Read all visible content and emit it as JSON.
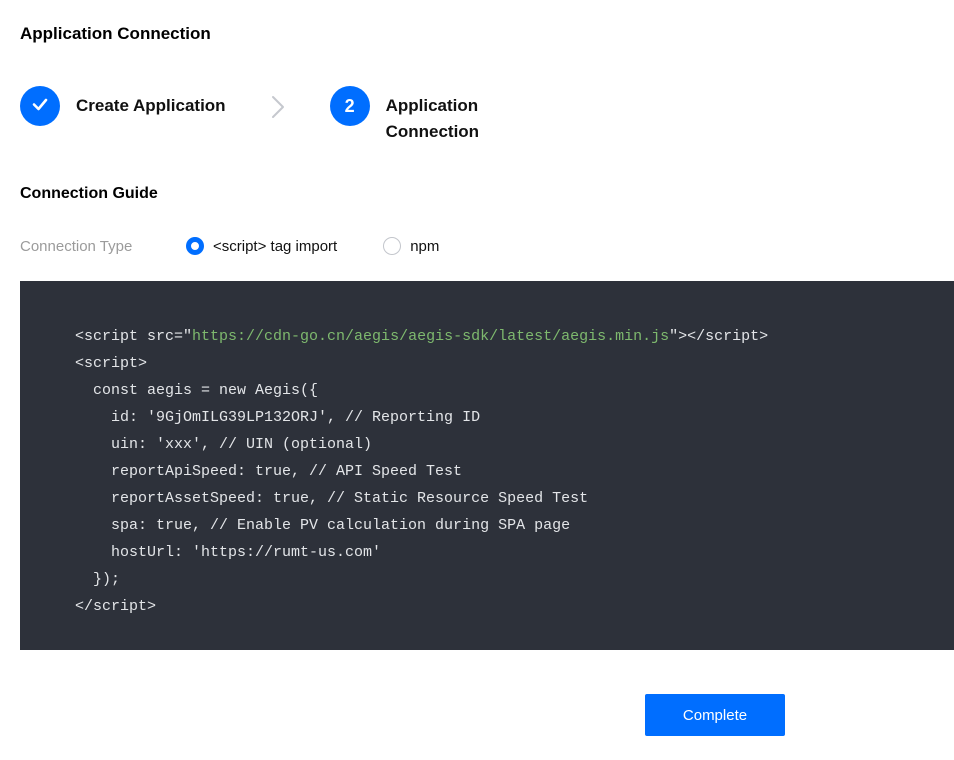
{
  "page": {
    "title": "Application Connection"
  },
  "stepper": {
    "step1": {
      "label": "Create Application"
    },
    "step2": {
      "number": "2",
      "label_line1": "Application",
      "label_line2": "Connection"
    }
  },
  "guide": {
    "section_title": "Connection Guide",
    "type_label": "Connection Type",
    "option1": "<script> tag import",
    "option2": "npm"
  },
  "code": {
    "line1": {
      "pre": "<script src=\"",
      "url": "https://cdn-go.cn/aegis/aegis-sdk/latest/aegis.min.js",
      "post": "\"></script>"
    },
    "lines": [
      "<script>",
      "  const aegis = new Aegis({",
      "    id: '9GjOmILG39LP132ORJ', // Reporting ID",
      "    uin: 'xxx', // UIN (optional)",
      "    reportApiSpeed: true, // API Speed Test",
      "    reportAssetSpeed: true, // Static Resource Speed Test",
      "    spa: true, // Enable PV calculation during SPA page",
      "    hostUrl: 'https://rumt-us.com'",
      "  });",
      "</script>"
    ]
  },
  "footer": {
    "complete_label": "Complete"
  },
  "colors": {
    "accent": "#006eff",
    "code_bg": "#2d313a",
    "code_text": "#e3e5e8",
    "code_green": "#7eb96e"
  }
}
